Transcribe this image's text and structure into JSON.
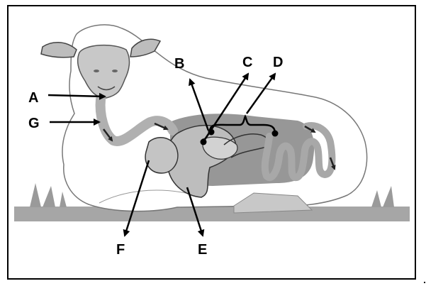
{
  "diagram": {
    "subject": "sheep-digestive-system",
    "colors": {
      "border": "#000000",
      "ground": "#a6a6a6",
      "grass": "#9a9a9a",
      "body_fill": "#ffffff",
      "head": "#c8c8c8",
      "organ_light": "#bdbdbd",
      "organ_mid": "#a4a4a4",
      "abdomen": "#8c8c8c",
      "arrow": "#000000"
    },
    "labels": {
      "a": "A",
      "b": "B",
      "c": "C",
      "d": "D",
      "e": "E",
      "f": "F",
      "g": "G"
    }
  }
}
